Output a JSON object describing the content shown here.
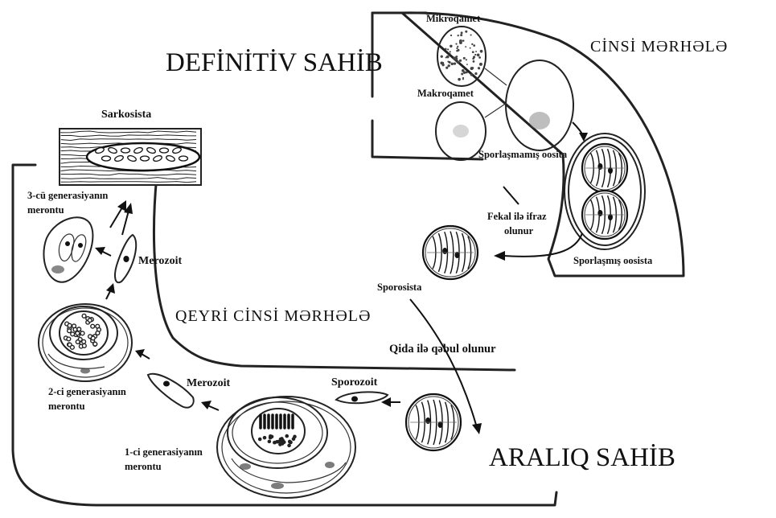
{
  "headings": {
    "definitive_host": "DEFİNİTİV SAHİB",
    "sexual_stage": "CİNSİ MƏRHƏLƏ",
    "asexual_stage": "QEYRİ CİNSİ MƏRHƏLƏ",
    "intermediate_host": "ARALIQ SAHİB"
  },
  "labels": {
    "microgamete": "Mikroqamet",
    "macrogamete": "Makroqamet",
    "unsporulated_oocyst": "Sporlaşmamış oosita",
    "sporulated_oocyst": "Sporlaşmış oosista",
    "fecal_excretion_line1": "Fekal ilə ifraz",
    "fecal_excretion_line2": "olunur",
    "sporocyst": "Sporosista",
    "ingested_with_food": "Qida ilə qəbul olunur",
    "sporozoite": "Sporozoit",
    "merozoite_lower": "Merozoit",
    "merozoite_upper": "Merozoit",
    "sarcocyst": "Sarkosista",
    "meront_1_line1": "1-ci generasiyanın",
    "meront_1_line2": "merontu",
    "meront_2_line1": "2-ci generasiyanın",
    "meront_2_line2": "merontu",
    "meront_3_line1": "3-cü generasiyanın",
    "meront_3_line2": "merontu"
  }
}
